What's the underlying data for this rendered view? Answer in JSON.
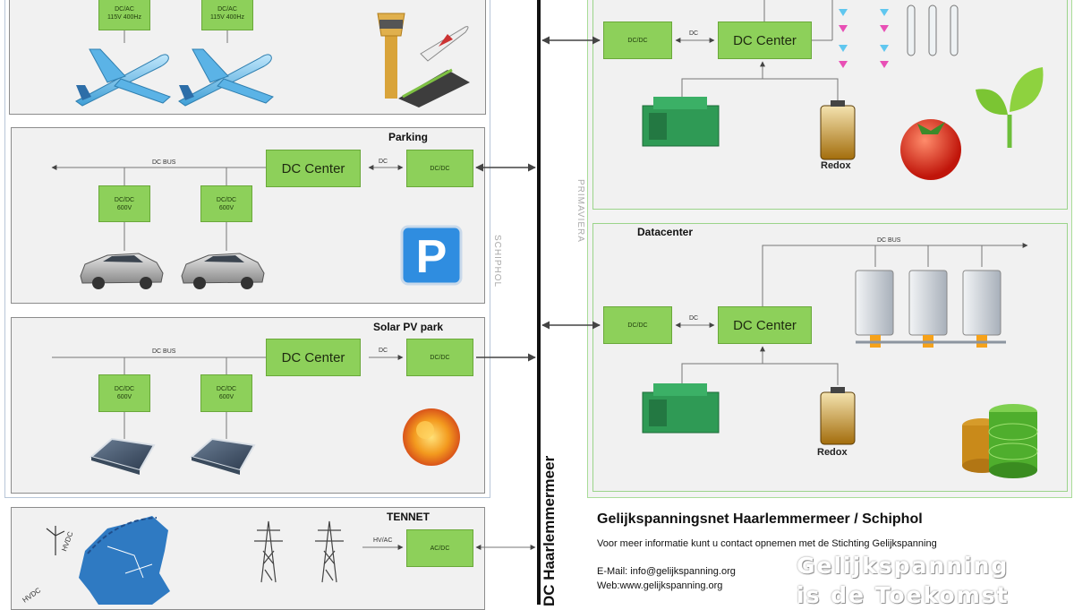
{
  "airport": {
    "box1": [
      "DC/AC",
      "115V 400Hz"
    ],
    "box2": [
      "DC/AC",
      "115V 400Hz"
    ]
  },
  "parking": {
    "title": "Parking",
    "bus": "DC BUS",
    "center": "DC Center",
    "dc": "DC",
    "dcdc": "DC/DC",
    "box1": [
      "DC/DC",
      "600V"
    ],
    "box2": [
      "DC/DC",
      "600V"
    ]
  },
  "solar": {
    "title": "Solar PV park",
    "bus": "DC BUS",
    "center": "DC Center",
    "dc": "DC",
    "dcdc": "DC/DC",
    "box1": [
      "DC/DC",
      "600V"
    ],
    "box2": [
      "DC/DC",
      "600V"
    ]
  },
  "tennet": {
    "title": "TENNET",
    "hvac": "HV/AC",
    "acdc": "AC/DC",
    "hvdc1": "HVDC",
    "hvdc2": "HVDC"
  },
  "schiphol_label": "SCHIPHOL",
  "primaviera_label": "PRIMAVIERA",
  "main_bus_label": "DC Haarlemmermeer",
  "greenhouse": {
    "dcdc": "DC/DC",
    "dc": "DC",
    "center": "DC Center",
    "redox": "Redox"
  },
  "datacenter": {
    "title": "Datacenter",
    "bus": "DC BUS",
    "dcdc": "DC/DC",
    "dc": "DC",
    "center": "DC Center",
    "redox": "Redox"
  },
  "info": {
    "heading": "Gelijkspanningsnet Haarlemmermeer / Schiphol",
    "line1": "Voor meer informatie kunt u contact opnemen met de Stichting Gelijkspanning",
    "email": "E-Mail: info@gelijkspanning.org",
    "web": "Web:www.gelijkspanning.org",
    "watermark1": "Gelijkspanning",
    "watermark2": "is de Toekomst"
  }
}
